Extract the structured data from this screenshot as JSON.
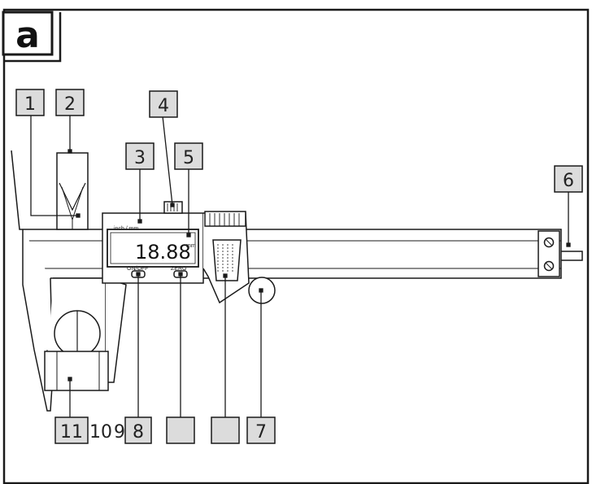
{
  "figure": {
    "panel_letter": "a",
    "colors": {
      "stroke": "#1a1a1a",
      "callout_fill": "#dcdcdc",
      "background": "#ffffff"
    }
  },
  "callouts": {
    "c1": "1",
    "c2": "2",
    "c3": "3",
    "c4": "4",
    "c5": "5",
    "c6": "6",
    "c7": "7",
    "c8": "8",
    "c11": "11",
    "c_blank_a": "",
    "c_blank_b": "",
    "inline_10": "10",
    "inline_9": "9"
  },
  "display": {
    "unit_label": "inch / mm",
    "reading": "18.88",
    "unit": "mm",
    "on_off_label": "ON/OFF",
    "zero_label": "ZERO"
  }
}
